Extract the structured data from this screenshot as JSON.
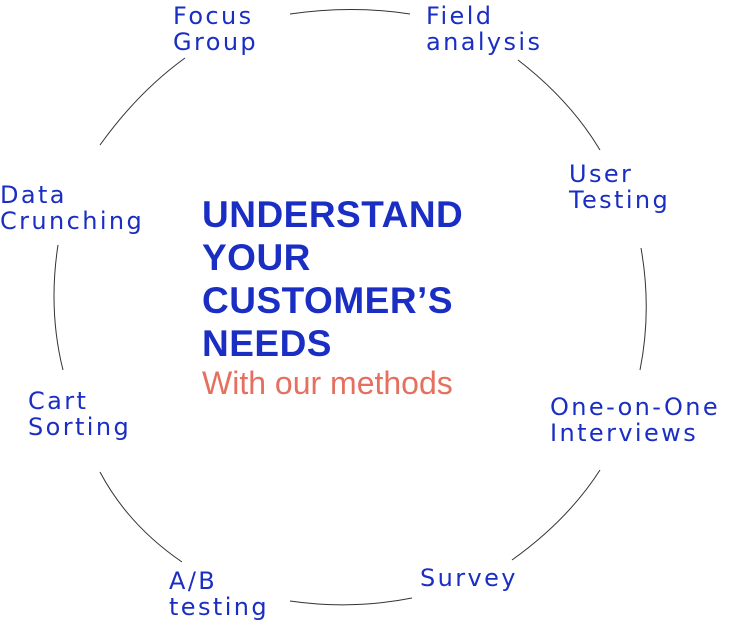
{
  "headline": {
    "lines": [
      "UNDERSTAND",
      "YOUR",
      "CUSTOMER’S",
      "NEEDS"
    ],
    "subtitle": "With our methods"
  },
  "methods": [
    {
      "lines": [
        "Focus",
        "Group"
      ]
    },
    {
      "lines": [
        "Field",
        "analysis"
      ]
    },
    {
      "lines": [
        "User",
        "Testing"
      ]
    },
    {
      "lines": [
        "One-on-One",
        "Interviews"
      ]
    },
    {
      "lines": [
        "Survey"
      ]
    },
    {
      "lines": [
        "A/B",
        "testing"
      ]
    },
    {
      "lines": [
        "Cart",
        "Sorting"
      ]
    },
    {
      "lines": [
        "Data",
        "Crunching"
      ]
    }
  ],
  "colors": {
    "primary": "#1a2ec4",
    "accent": "#e6705f",
    "ring": "#333333"
  }
}
